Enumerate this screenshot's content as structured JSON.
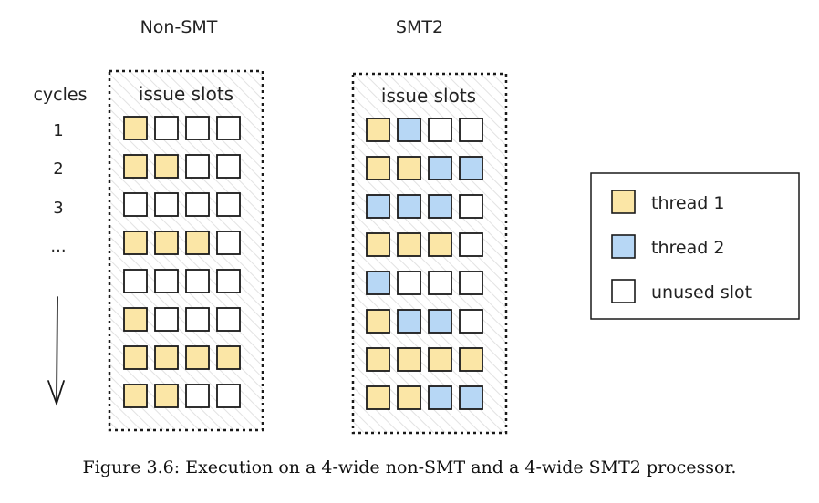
{
  "colors": {
    "thread1": "#fbe6a6",
    "thread2": "#b7d7f5",
    "unused": "#ffffff",
    "stroke": "#1a1a1a"
  },
  "panels": [
    {
      "title": "Non-SMT",
      "header": "issue slots",
      "rows": [
        [
          1,
          0,
          0,
          0
        ],
        [
          1,
          1,
          0,
          0
        ],
        [
          0,
          0,
          0,
          0
        ],
        [
          1,
          1,
          1,
          0
        ],
        [
          0,
          0,
          0,
          0
        ],
        [
          1,
          0,
          0,
          0
        ],
        [
          1,
          1,
          1,
          1
        ],
        [
          1,
          1,
          0,
          0
        ]
      ]
    },
    {
      "title": "SMT2",
      "header": "issue slots",
      "rows": [
        [
          1,
          2,
          0,
          0
        ],
        [
          1,
          1,
          2,
          2
        ],
        [
          2,
          2,
          2,
          0
        ],
        [
          1,
          1,
          1,
          0
        ],
        [
          2,
          0,
          0,
          0
        ],
        [
          1,
          2,
          2,
          0
        ],
        [
          1,
          1,
          1,
          1
        ],
        [
          1,
          1,
          2,
          2
        ]
      ]
    }
  ],
  "cycles": {
    "label": "cycles",
    "ticks": [
      "1",
      "2",
      "3",
      "..."
    ]
  },
  "legend": [
    {
      "key": "thread1",
      "label": "thread 1"
    },
    {
      "key": "thread2",
      "label": "thread 2"
    },
    {
      "key": "unused",
      "label": "unused slot"
    }
  ],
  "caption": "Figure 3.6: Execution on a 4-wide non-SMT and a 4-wide SMT2 processor."
}
